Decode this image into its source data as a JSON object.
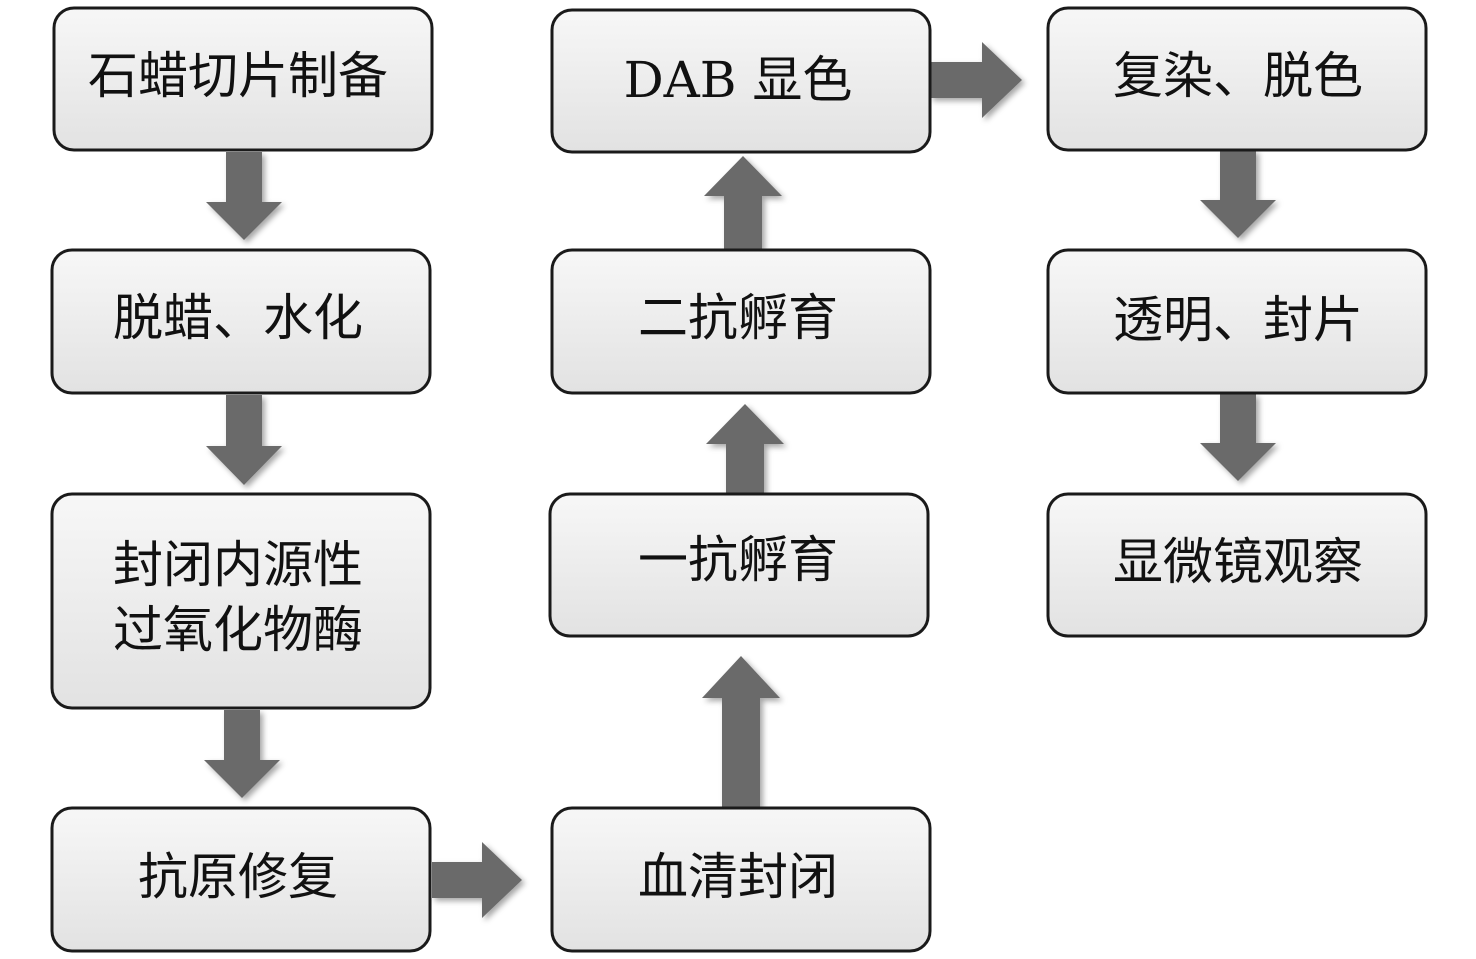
{
  "nodes": {
    "paraffin_section": "石蜡切片制备",
    "dewax_hydrate": "脱蜡、水化",
    "block_peroxidase_line1": "封闭内源性",
    "block_peroxidase_line2": "过氧化物酶",
    "antigen_retrieval": "抗原修复",
    "serum_block": "血清封闭",
    "primary_antibody": "一抗孵育",
    "secondary_antibody": "二抗孵育",
    "dab_stain": "DAB 显色",
    "counterstain": "复染、脱色",
    "clear_mount": "透明、封片",
    "microscope": "显微镜观察"
  },
  "colors": {
    "box_fill_top": "#f7f7f7",
    "box_fill_bottom": "#e2e2e2",
    "box_stroke": "#1a1a1a",
    "arrow": "#6b6b6b"
  }
}
